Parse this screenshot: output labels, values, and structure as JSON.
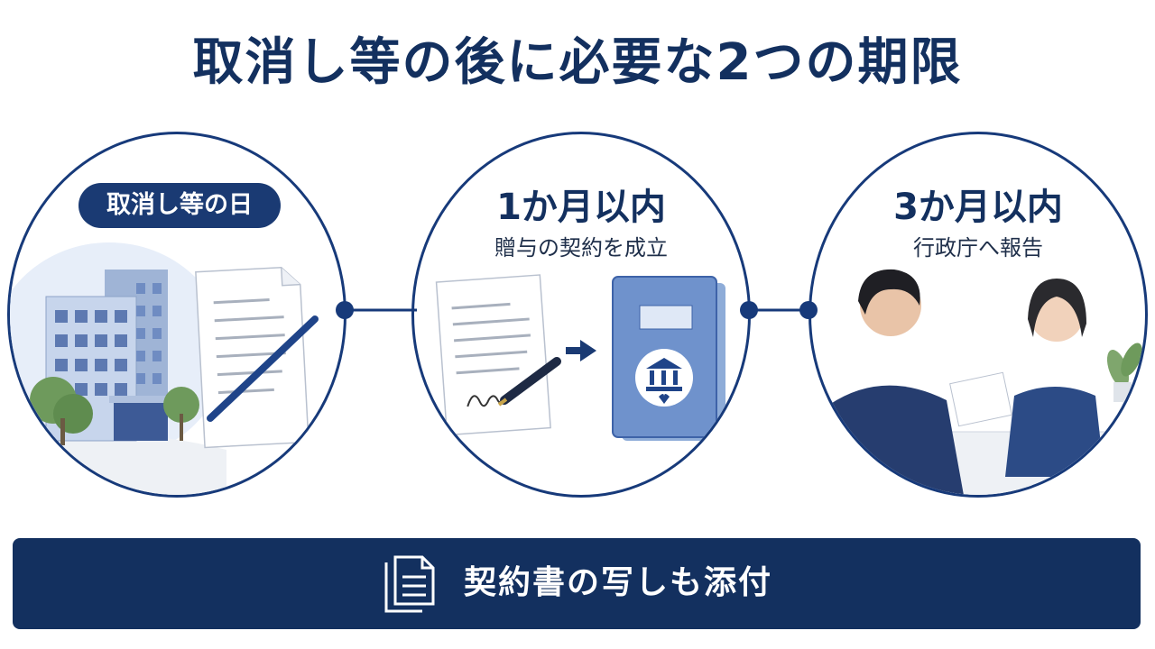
{
  "title": "取消し等の後に必要な2つの期限",
  "steps": [
    {
      "label": "取消し等の日"
    },
    {
      "label": "1か月以内",
      "sub": "贈与の契約を成立"
    },
    {
      "label": "3か月以内",
      "sub": "行政庁へ報告"
    }
  ],
  "banner": {
    "text": "契約書の写しも添付"
  },
  "colors": {
    "navy": "#13305f",
    "accent": "#1a3a73",
    "light_blue": "#7f9fd0"
  }
}
